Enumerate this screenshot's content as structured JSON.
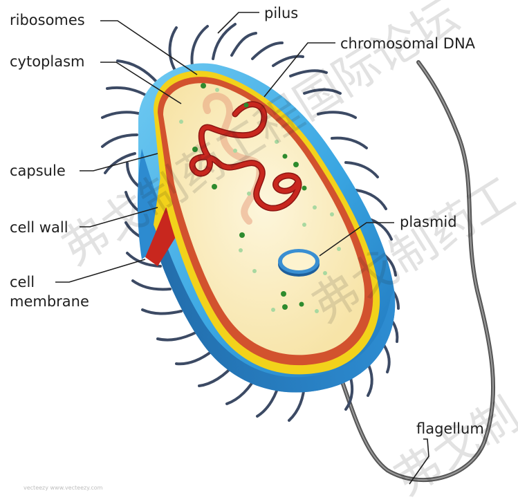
{
  "labels": {
    "ribosomes": "ribosomes",
    "pilus": "pilus",
    "chromosomal_dna": "chromosomal DNA",
    "cytoplasm": "cytoplasm",
    "capsule": "capsule",
    "cell_wall": "cell wall",
    "plasmid": "plasmid",
    "cell_membrane_line1": "cell",
    "cell_membrane_line2": "membrane",
    "flagellum": "flagellum"
  },
  "watermark": {
    "line1": "弗戈制药工程国际论坛",
    "line2": "弗戈制药工",
    "line3": "弗戈制药工",
    "line4": "弗戈制"
  },
  "credit": "vecteezy www.vecteezy.com",
  "colors": {
    "capsule": "#4db8ea",
    "capsule_dark": "#1d6eb0",
    "cell_wall": "#f2d21b",
    "membrane": "#d2522e",
    "cytoplasm": "#fbefc4",
    "dna": "#c8271e",
    "ribosome": "#2e8b2e",
    "plasmid": "#2c7dc0",
    "pilus": "#3c4a64",
    "flagellum": "#606060"
  }
}
